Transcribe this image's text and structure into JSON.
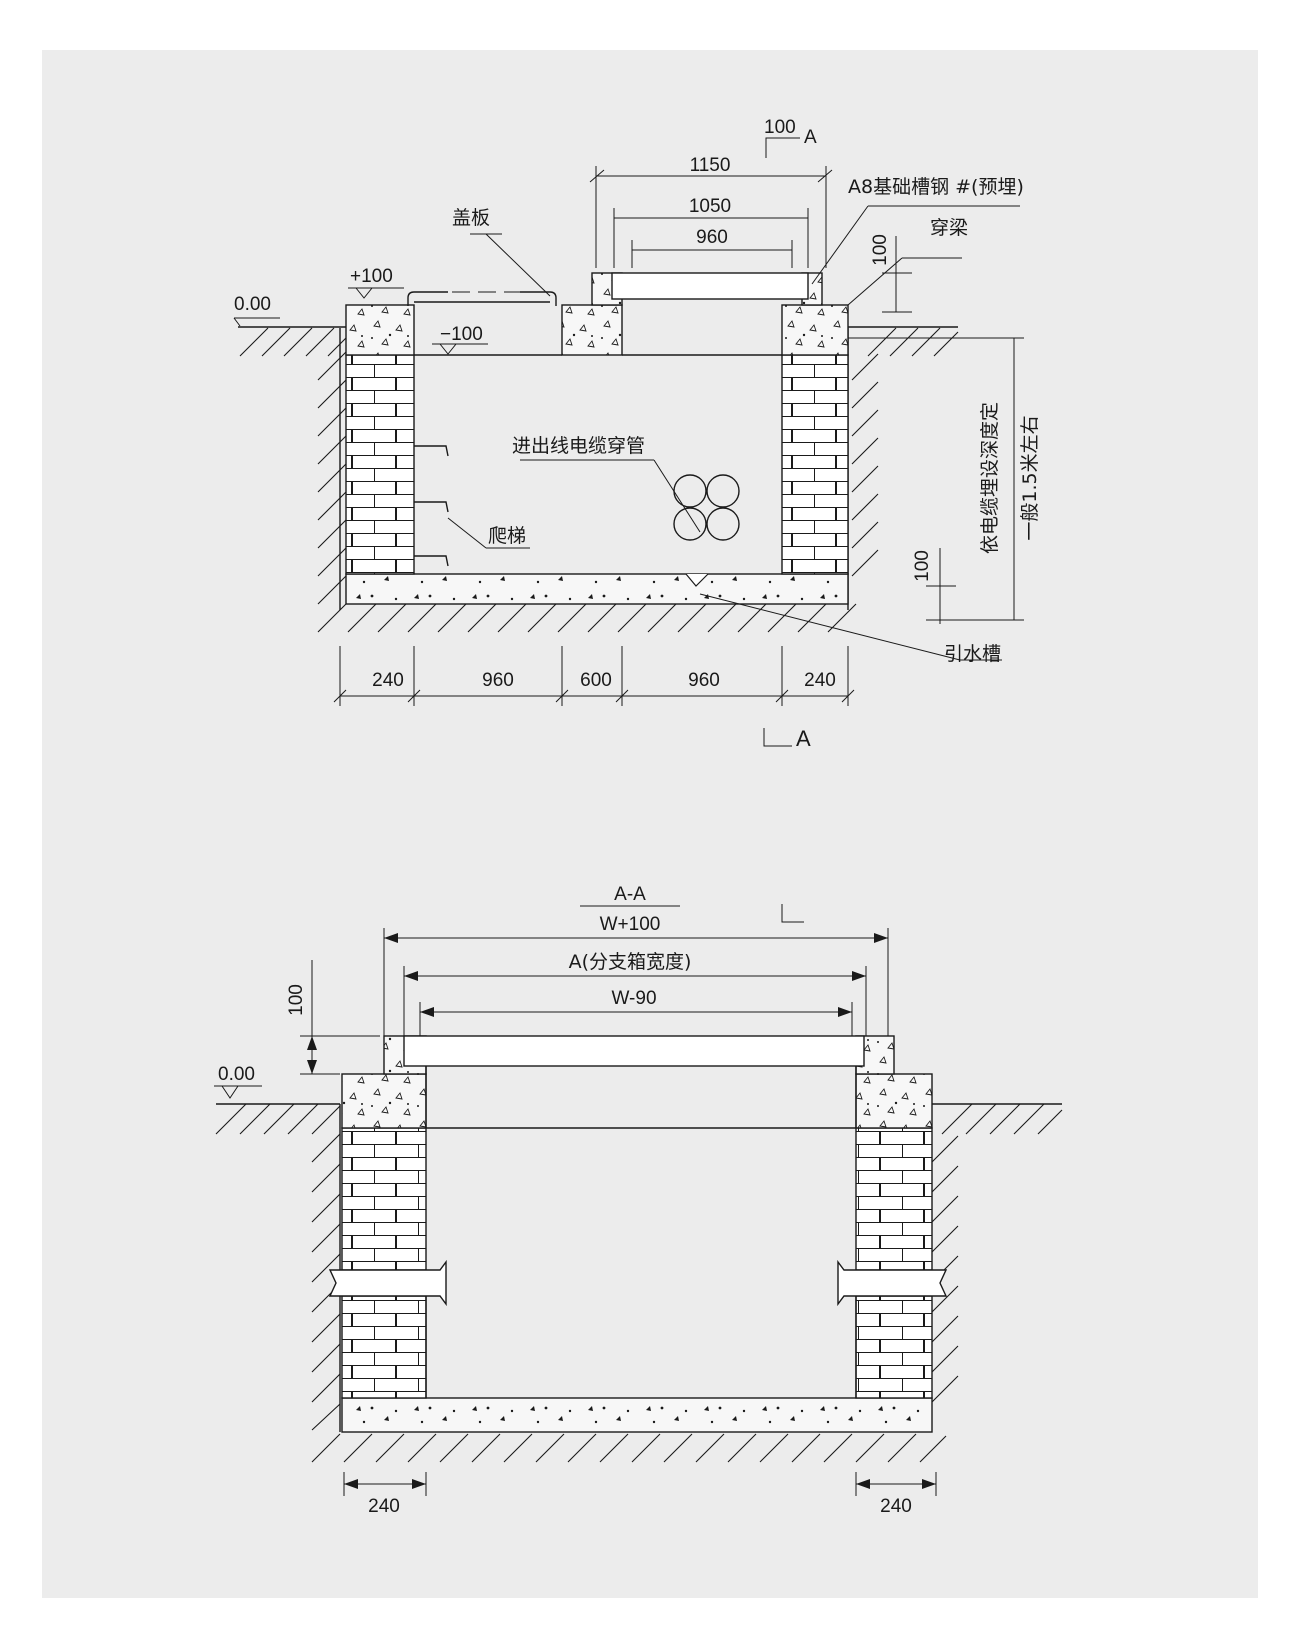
{
  "top_view": {
    "section_mark_top": "100",
    "section_letter_top": "A",
    "section_letter_bottom": "A",
    "dim_1150": "1150",
    "dim_1050": "1050",
    "dim_960_top": "960",
    "label_channel_steel": "A8基础槽钢 #(预埋)",
    "label_cover": "盖板",
    "label_beam": "穿梁",
    "dim_100_right": "100",
    "elev_plus100": "+100",
    "elev_000": "0.00",
    "elev_minus100": "−100",
    "label_cable_pipe": "进出线电缆穿管",
    "label_ladder": "爬梯",
    "label_drain": "引水槽",
    "label_depth_1": "依电缆埋设深度定",
    "label_depth_2": "一般1.5米左右",
    "dim_100_bottom": "100",
    "bottom_dims": [
      "240",
      "960",
      "600",
      "960",
      "240"
    ]
  },
  "section_view": {
    "title": "A-A",
    "dim_w_plus_100": "W+100",
    "dim_a_width": "A(分支箱宽度)",
    "dim_w_minus_90": "W-90",
    "dim_100": "100",
    "elev_000": "0.00",
    "dim_240_left": "240",
    "dim_240_right": "240"
  }
}
